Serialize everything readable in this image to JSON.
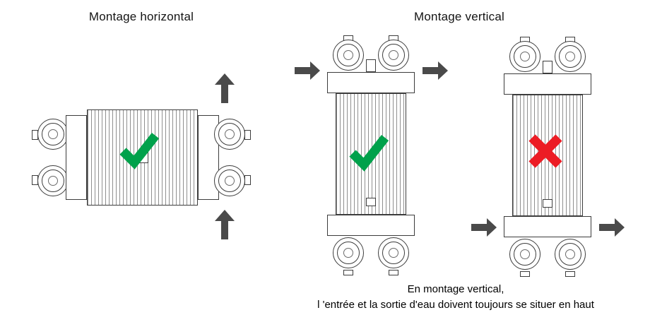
{
  "titles": {
    "horizontal": "Montage horizontal",
    "vertical": "Montage vertical"
  },
  "caption": {
    "line1": "En montage vertical,",
    "line2": "l 'entrée et la sortie d'eau doivent toujours se situer en haut"
  },
  "icons": {
    "correct": "check-icon",
    "incorrect": "cross-icon",
    "flow_up": "arrow-up-icon",
    "flow_side": "arrow-right-icon"
  },
  "colors": {
    "check_green": "#00A14B",
    "cross_red": "#EC1C24",
    "arrow_gray": "#4A4A4A",
    "line_art": "#3C3C3C",
    "background": "#FFFFFF"
  }
}
